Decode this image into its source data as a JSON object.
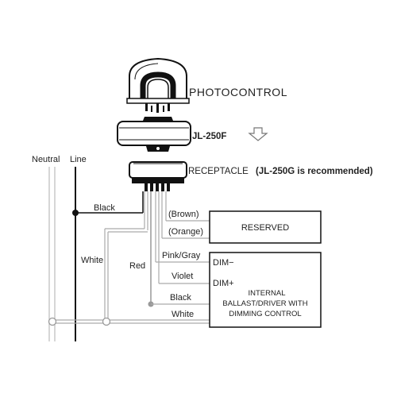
{
  "colors": {
    "ink": "#111111",
    "line": "#222222",
    "wire_gray": "#9a9a9a",
    "neutral_bar": "#c8c8c8",
    "device_fill": "#ffffff"
  },
  "labels": {
    "photocontrol": "PHOTOCONTROL",
    "model": "JL-250F",
    "receptacle": "RECEPTACLE",
    "recommendation": "(JL-250G is recommended)",
    "neutral": "Neutral",
    "line": "Line",
    "black_line": "Black",
    "white_neutral": "White",
    "red": "Red",
    "brown": "(Brown)",
    "orange": "(Orange)",
    "pink_gray": "Pink/Gray",
    "violet": "Violet",
    "black_ballast": "Black",
    "white_ballast": "White"
  },
  "reserved_box": {
    "title": "RESERVED"
  },
  "ballast_box": {
    "dim_minus": "DIM−",
    "dim_plus": "DIM+",
    "line1": "INTERNAL",
    "line2": "BALLAST/DRIVER WITH",
    "line3": "DIMMING CONTROL"
  },
  "icons": {
    "arrow": "down-arrow-icon"
  }
}
